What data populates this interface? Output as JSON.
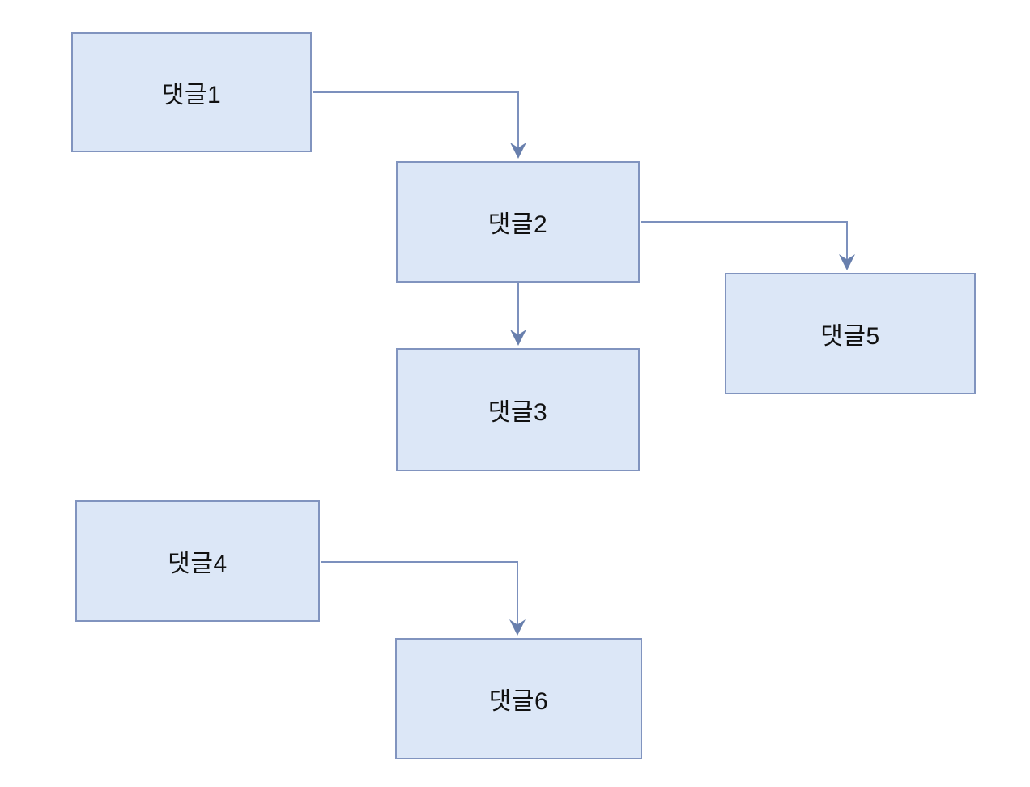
{
  "diagram": {
    "title": "comment-thread-flowchart",
    "background_color": "#ffffff",
    "node_fill_color": "#dce7f7",
    "node_border_color": "#8194bf",
    "edge_color": "#7c90bd",
    "arrowhead_color": "#687fad",
    "text_color": "#111111",
    "nodes": [
      {
        "id": "comment-1",
        "label": "댓글1"
      },
      {
        "id": "comment-2",
        "label": "댓글2"
      },
      {
        "id": "comment-3",
        "label": "댓글3"
      },
      {
        "id": "comment-4",
        "label": "댓글4"
      },
      {
        "id": "comment-5",
        "label": "댓글5"
      },
      {
        "id": "comment-6",
        "label": "댓글6"
      }
    ],
    "edges": [
      {
        "from": "comment-1",
        "to": "comment-2",
        "style": "right-then-down-arrow"
      },
      {
        "from": "comment-2",
        "to": "comment-5",
        "style": "right-then-down-arrow"
      },
      {
        "from": "comment-2",
        "to": "comment-3",
        "style": "straight-down-arrow"
      },
      {
        "from": "comment-4",
        "to": "comment-6",
        "style": "right-then-down-arrow"
      }
    ]
  }
}
